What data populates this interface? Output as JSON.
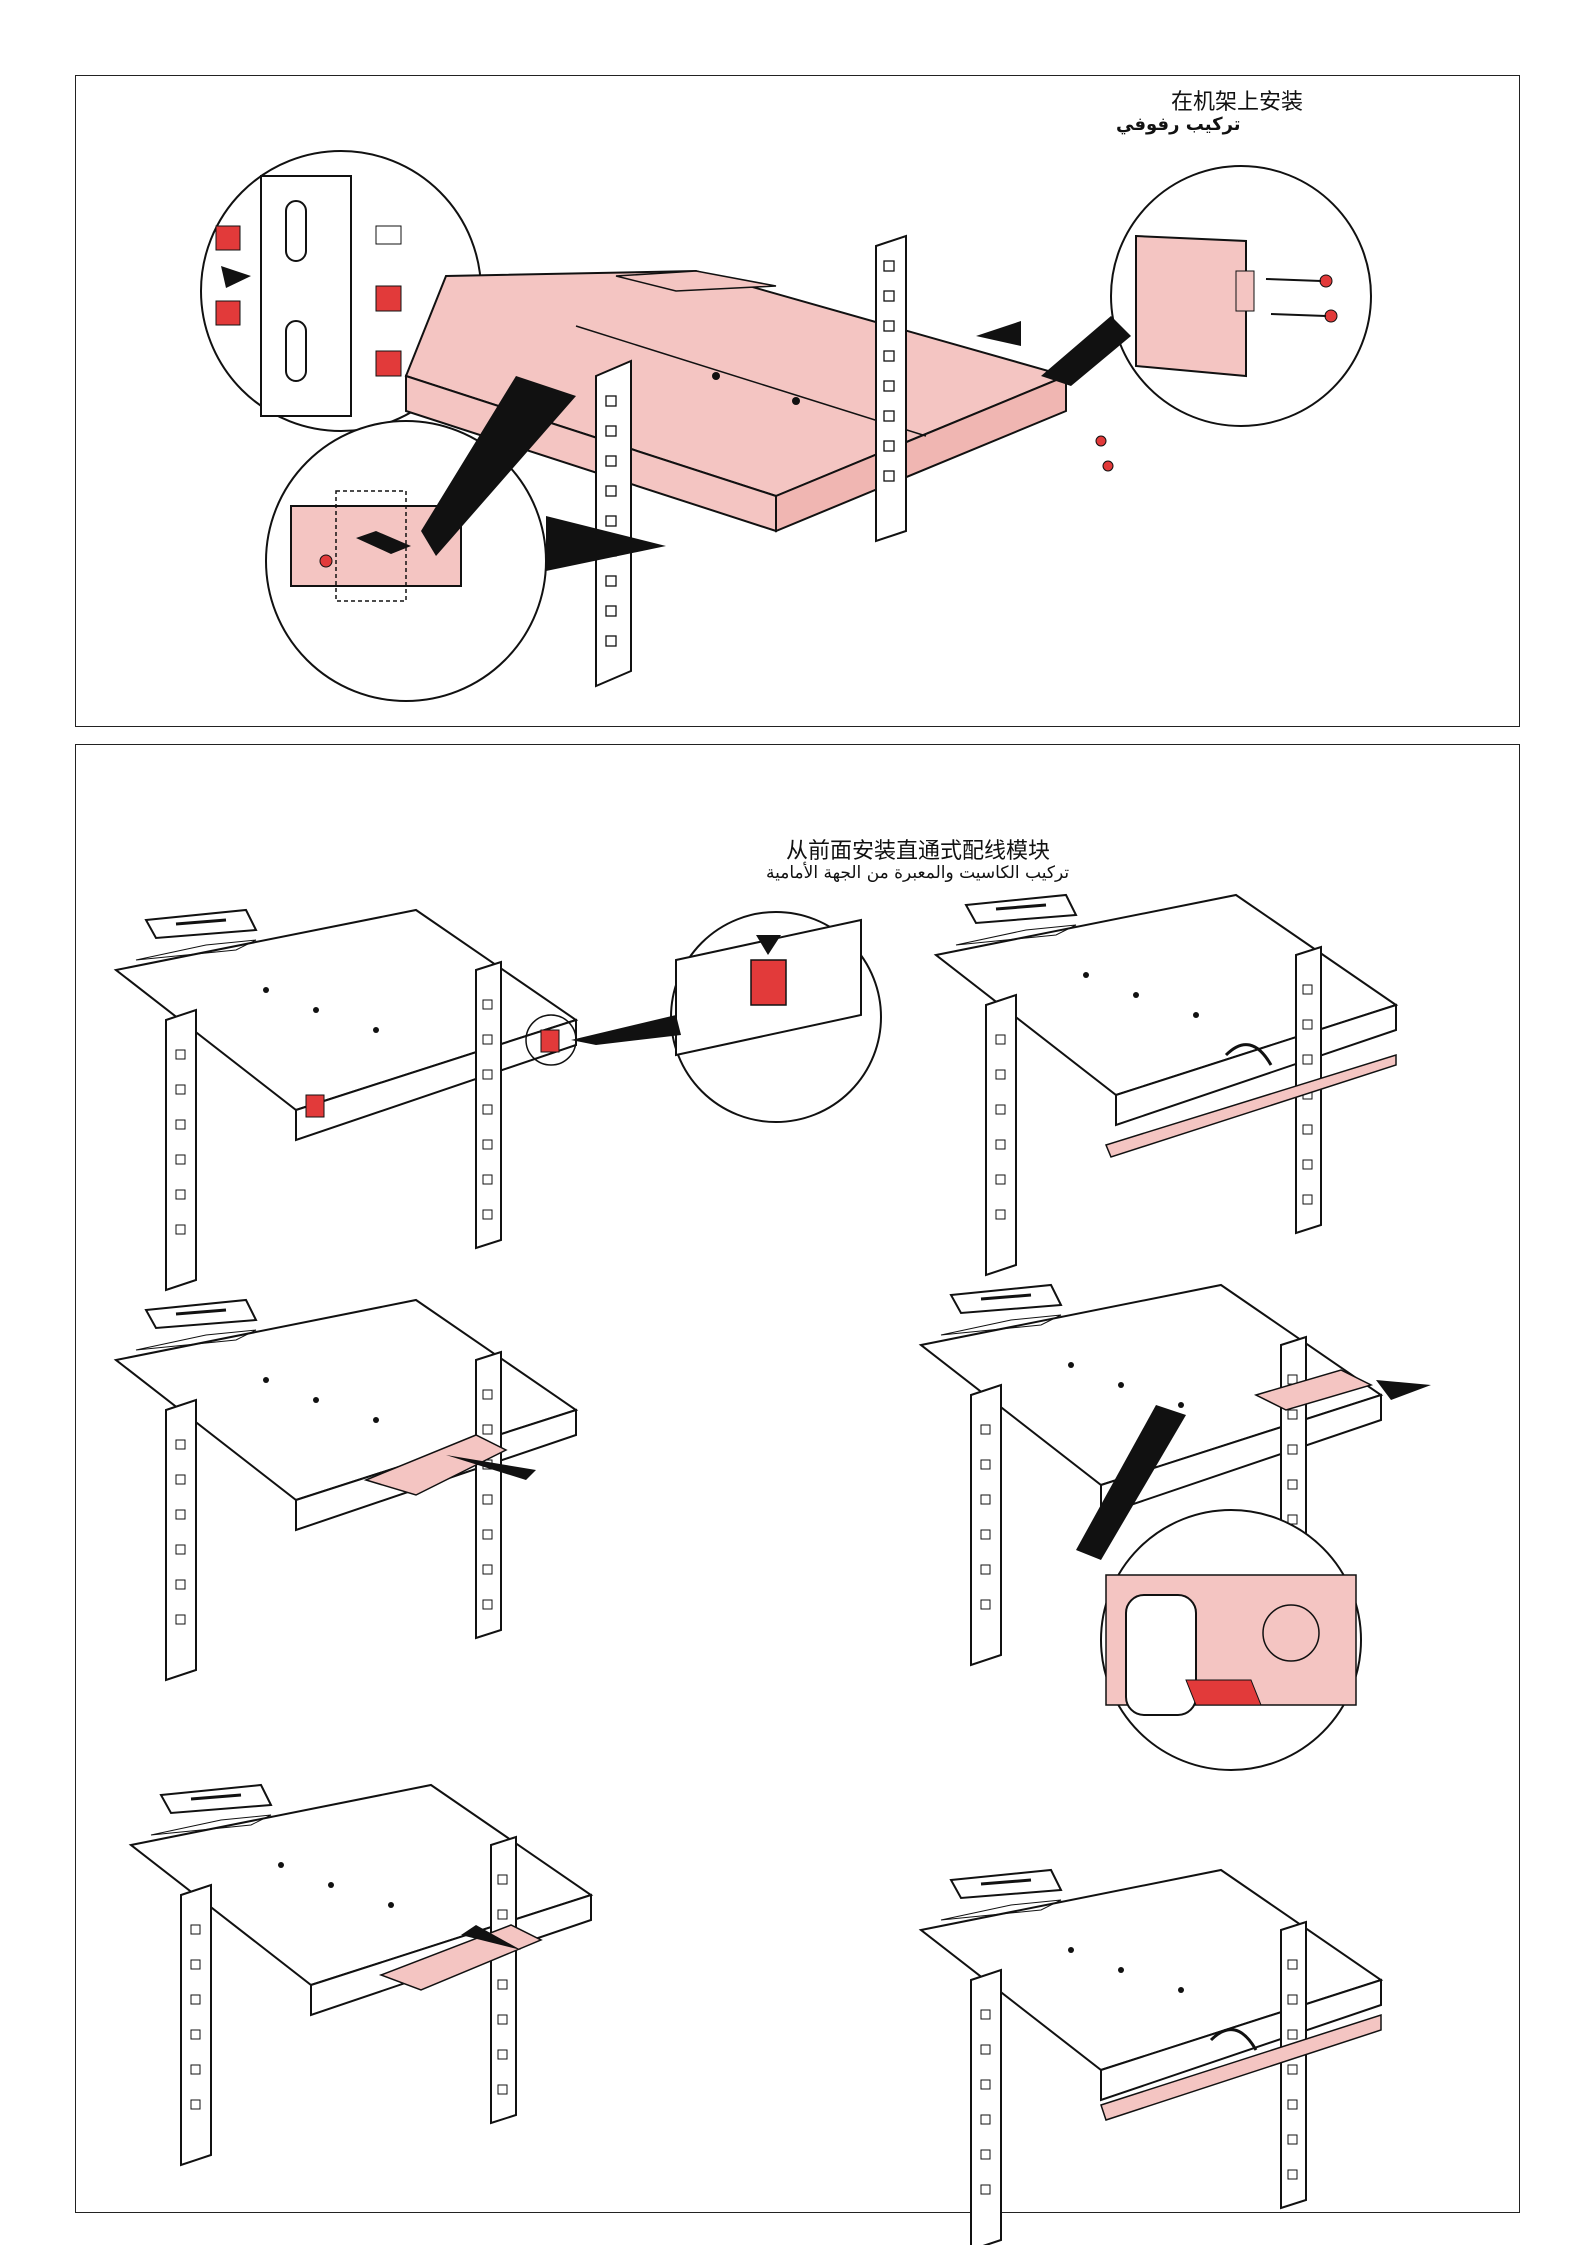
{
  "page": {
    "background": "#ffffff",
    "accent_pink": "#f4c5c2",
    "accent_red": "#e23a3a",
    "line_color": "#1a1a1a"
  },
  "section_rack": {
    "title_zh": "在机架上安装",
    "title_ar": "تركيب رفوفي",
    "icons": [
      "rack-upright-icon",
      "cage-nut-icon",
      "screw-icon",
      "arrow-icon",
      "detail-zoom-icon",
      "tray-drawer-icon"
    ]
  },
  "section_front": {
    "title_zh": "从前面安装直通式配线模块",
    "title_ar": "تركيب الكاسيت والمعبرة من الجهة الأمامية",
    "steps": [
      {
        "name": "press-release-latch"
      },
      {
        "name": "pull-tray-out"
      },
      {
        "name": "insert-cassette"
      },
      {
        "name": "fold-front-flap"
      },
      {
        "name": "push-cassette-click"
      },
      {
        "name": "close-tray"
      }
    ]
  }
}
